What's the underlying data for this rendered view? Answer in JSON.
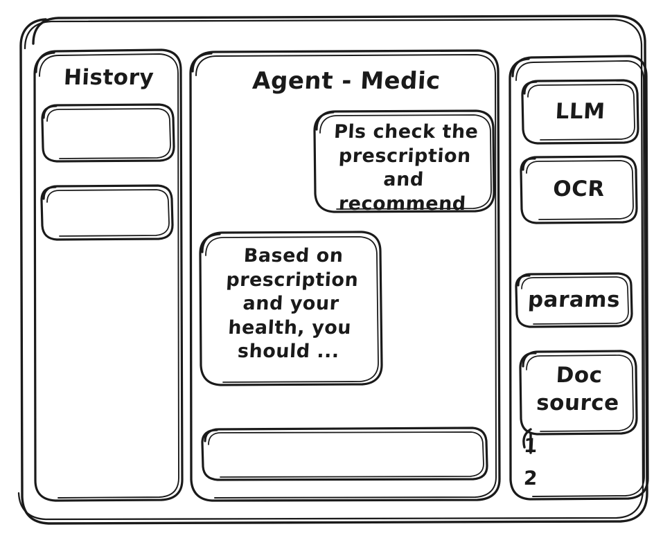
{
  "window": {
    "name": "agent-medic-wireframe"
  },
  "history_panel": {
    "title": "History",
    "items": [
      {
        "label": ""
      },
      {
        "label": ""
      }
    ]
  },
  "main_panel": {
    "title": "Agent - Medic",
    "messages": [
      {
        "role": "user",
        "text": "Pls check the\nprescription\nand recommend"
      },
      {
        "role": "assistant",
        "text": "Based on\nprescription\nand your\nhealth, you\nshould ..."
      }
    ],
    "composer": {
      "value": "",
      "placeholder": ""
    }
  },
  "tools_panel": {
    "buttons": [
      {
        "label": "LLM"
      },
      {
        "label": "OCR"
      },
      {
        "label": "params"
      },
      {
        "label": "Doc\nsource"
      }
    ],
    "sources": [
      {
        "label": "1"
      },
      {
        "label": "2"
      }
    ]
  },
  "style": {
    "ink": "#1a1a1a",
    "paper": "#ffffff"
  }
}
